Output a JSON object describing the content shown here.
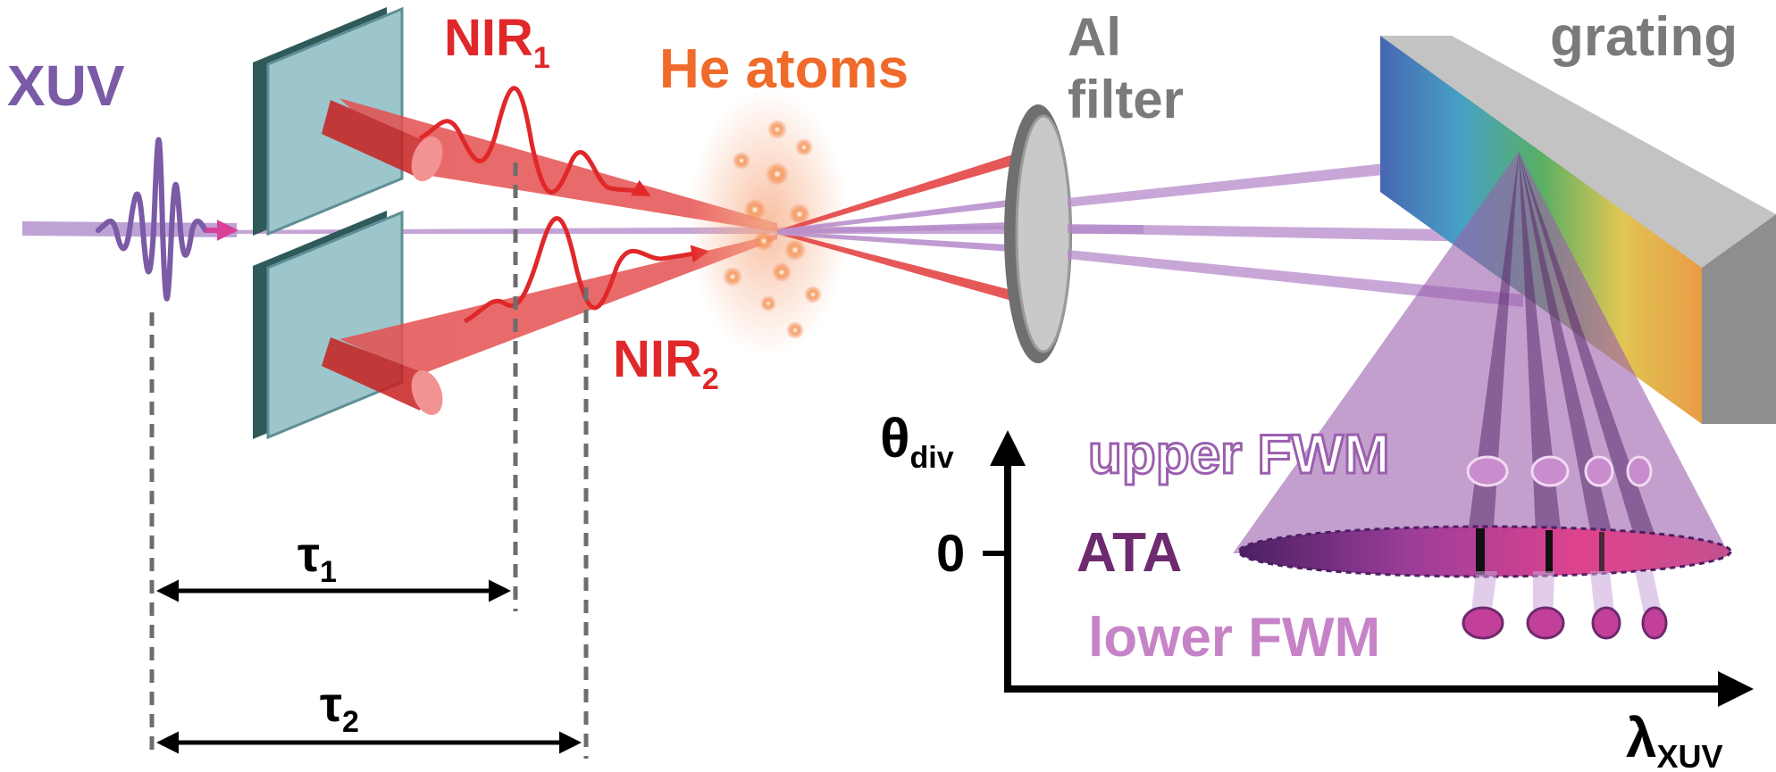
{
  "labels": {
    "xuv": "XUV",
    "nir1": "NIR",
    "nir1_sub": "1",
    "nir2": "NIR",
    "nir2_sub": "2",
    "he_atoms": "He atoms",
    "al_filter_line1": "Al",
    "al_filter_line2": "filter",
    "grating": "grating",
    "tau1": "τ",
    "tau1_sub": "1",
    "tau2": "τ",
    "tau2_sub": "2",
    "theta": "θ",
    "theta_sub": "div",
    "zero": "0",
    "lambda": "λ",
    "lambda_sub": "XUV",
    "upper_fwm": "upper FWM",
    "ata": "ATA",
    "lower_fwm": "lower FWM"
  },
  "colors": {
    "xuv": "#7b5aa6",
    "nir": "#e0282a",
    "he": "#f06a2a",
    "gray": "#7a7a7a",
    "ata": "#6e2a6e",
    "fwm": "#c783c7"
  }
}
